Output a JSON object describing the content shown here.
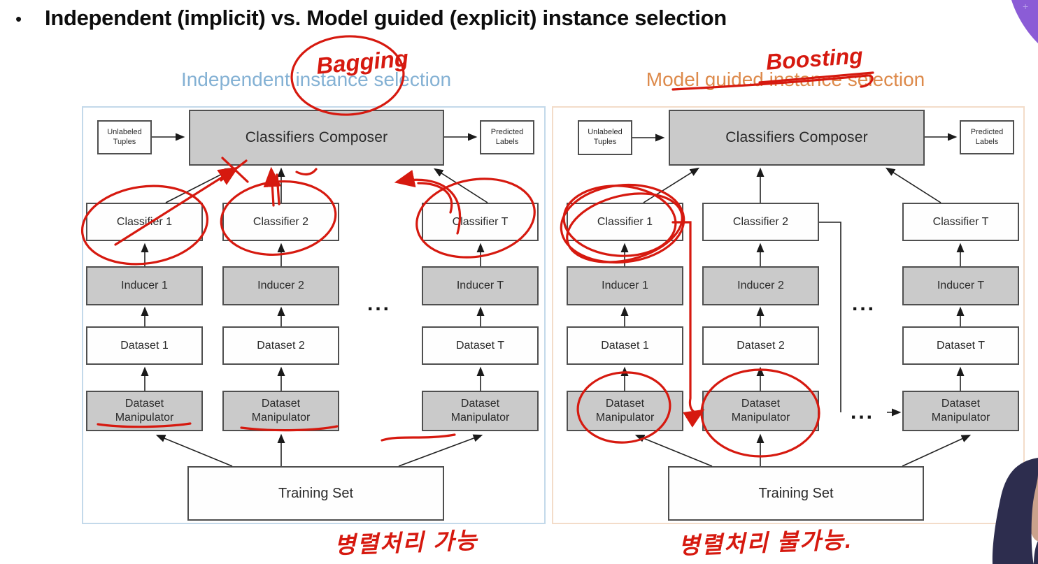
{
  "slide": {
    "bullet": "•",
    "title": "Independent (implicit) vs. Model guided (explicit) instance selection"
  },
  "corner": {
    "plus": "+"
  },
  "panels": {
    "left": {
      "heading": "Independent instance selection",
      "heading_color": "#84b1d4",
      "border_color": "#c3d9ea",
      "annotation": "Bagging",
      "korean_note": "병렬처리 가능",
      "boxes": {
        "unlabeled": "Unlabeled Tuples",
        "composer": "Classifiers Composer",
        "predicted": "Predicted Labels",
        "classifiers": [
          "Classifier 1",
          "Classifier 2",
          "Classifier T"
        ],
        "inducers": [
          "Inducer 1",
          "Inducer 2",
          "Inducer T"
        ],
        "datasets": [
          "Dataset 1",
          "Dataset 2",
          "Dataset T"
        ],
        "manipulators": [
          "Dataset Manipulator",
          "Dataset Manipulator",
          "Dataset Manipulator"
        ],
        "training": "Training Set",
        "dots": "..."
      }
    },
    "right": {
      "heading": "Model guided instance selection",
      "heading_color": "#dd8a4b",
      "border_color": "#f3dcc9",
      "annotation": "Boosting",
      "korean_note": "병렬처리 불가능.",
      "boxes": {
        "unlabeled": "Unlabeled Tuples",
        "composer": "Classifiers Composer",
        "predicted": "Predicted Labels",
        "classifiers": [
          "Classifier 1",
          "Classifier 2",
          "Classifier T"
        ],
        "inducers": [
          "Inducer 1",
          "Inducer 2",
          "Inducer T"
        ],
        "datasets": [
          "Dataset 1",
          "Dataset 2",
          "Dataset T"
        ],
        "manipulators": [
          "Dataset Manipulator",
          "Dataset Manipulator",
          "Dataset Manipulator"
        ],
        "training": "Training Set",
        "dots_inducer": "...",
        "dots_manipulator": "..."
      }
    }
  },
  "colors": {
    "annotation_red": "#d6190f",
    "box_gray": "#cacaca",
    "corner_purple": "#8b5cd6",
    "presenter_navy": "#2d2d4e"
  }
}
